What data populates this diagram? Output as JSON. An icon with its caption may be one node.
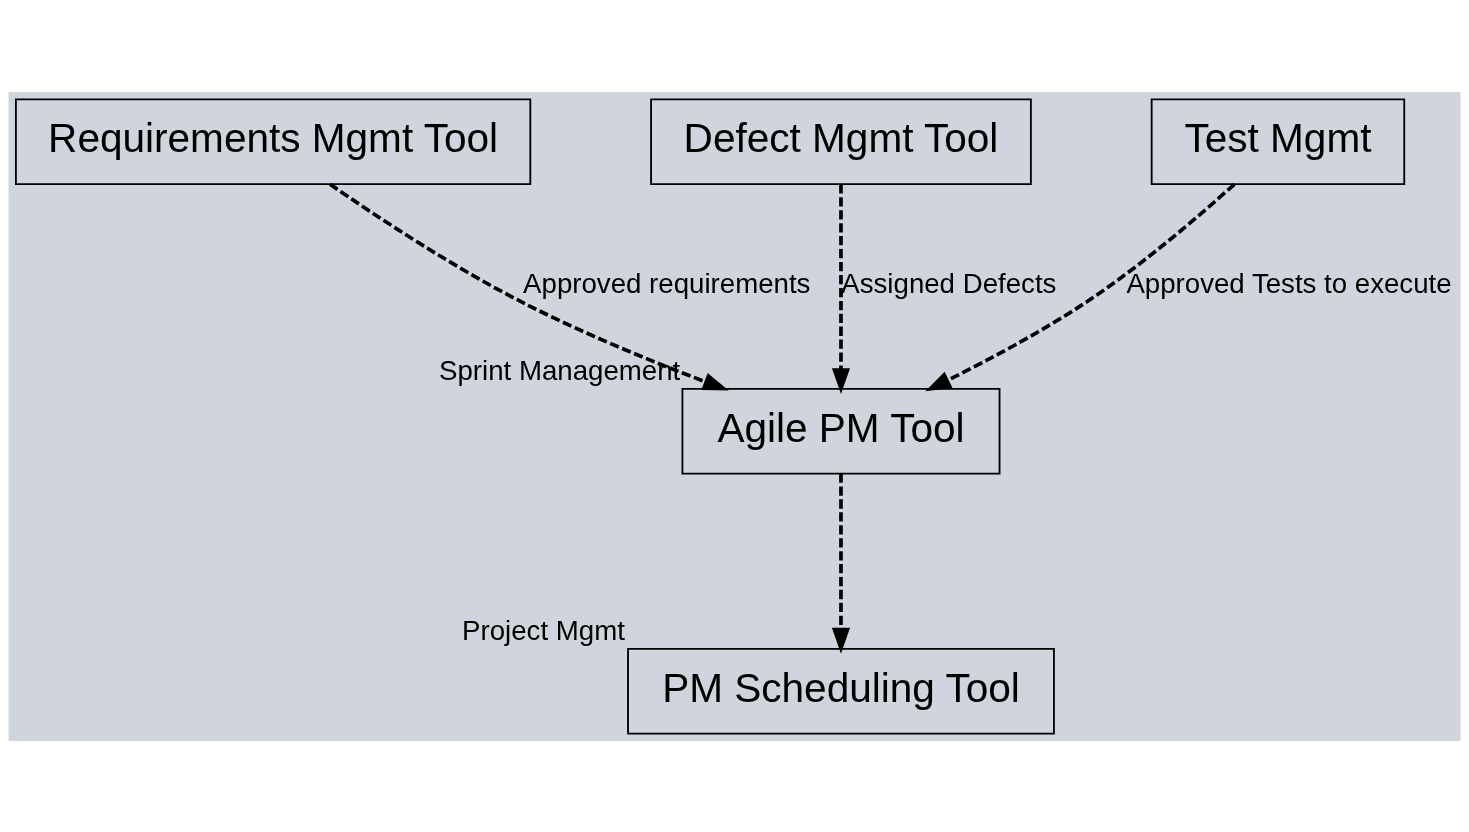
{
  "diagram": {
    "nodes": [
      {
        "text": [
          "Requirements Mgmt Tool"
        ]
      },
      {
        "text": [
          "Agile PM Tool"
        ],
        "beside": [
          "Sprint Management"
        ]
      },
      {
        "text": [
          "Defect Mgmt Tool"
        ]
      },
      {
        "text": [
          "PM Scheduling Tool"
        ],
        "beside": [
          "Project Mgmt"
        ]
      },
      {
        "text": [
          "Test Mgmt"
        ]
      }
    ],
    "edges": [
      {
        "from": 0,
        "to": 1,
        "arrow": "to",
        "label": "Approved requirements",
        "style": "dashed"
      },
      {
        "from": 2,
        "to": 1,
        "arrow": "to",
        "label": "Assigned Defects",
        "style": "dashed"
      },
      {
        "from": 1,
        "to": 3,
        "arrow": "to",
        "style": "dashed"
      },
      {
        "from": 4,
        "to": 1,
        "arrow": "to",
        "label": "Approved Tests to execute",
        "style": "dashed"
      }
    ]
  }
}
